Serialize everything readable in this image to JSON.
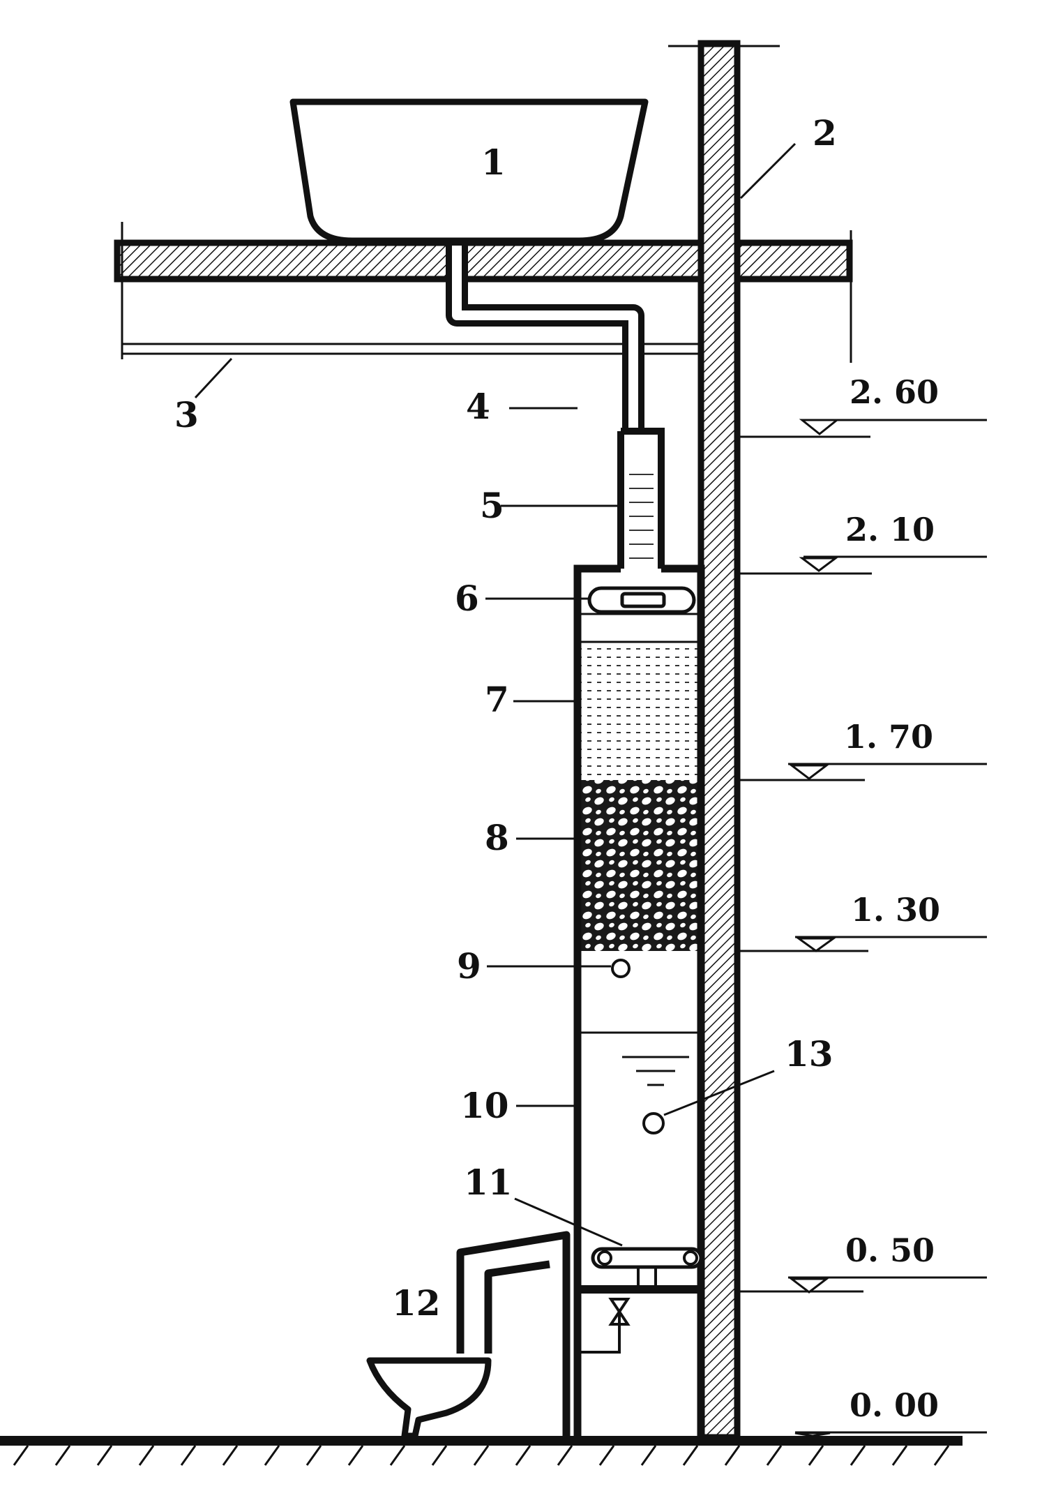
{
  "components": [
    {
      "id": "1",
      "label": "1"
    },
    {
      "id": "2",
      "label": "2"
    },
    {
      "id": "3",
      "label": "3"
    },
    {
      "id": "4",
      "label": "4"
    },
    {
      "id": "5",
      "label": "5"
    },
    {
      "id": "6",
      "label": "6"
    },
    {
      "id": "7",
      "label": "7"
    },
    {
      "id": "8",
      "label": "8"
    },
    {
      "id": "9",
      "label": "9"
    },
    {
      "id": "10",
      "label": "10"
    },
    {
      "id": "11",
      "label": "11"
    },
    {
      "id": "12",
      "label": "12"
    },
    {
      "id": "13",
      "label": "13"
    }
  ],
  "elevations": [
    "2. 60",
    "2. 10",
    "1. 70",
    "1. 30",
    "0. 50",
    "0. 00"
  ],
  "colors": {
    "ink": "#111111",
    "paper": "#ffffff"
  }
}
